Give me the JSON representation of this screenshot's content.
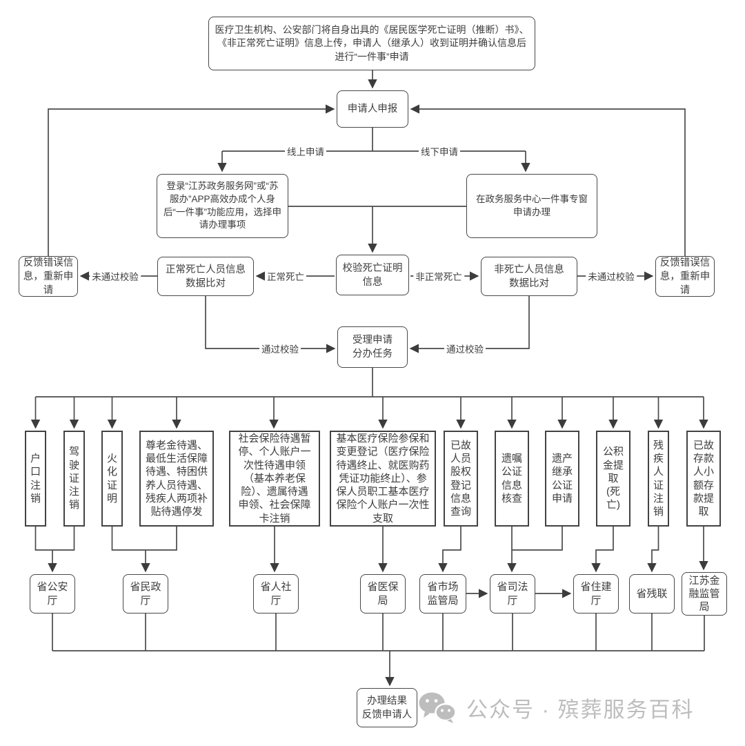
{
  "nodes": {
    "start": {
      "label": "医疗卫生机构、公安部门将自身出具的《居民医学死亡证明（推断）书》、《非正常死亡证明》信息上传，申请人（继承人）收到证明并确认信息后进行“一件事”申请"
    },
    "declare": {
      "label": "申请人申报"
    },
    "online_apply": {
      "label": "登录“江苏政务服务网”或“苏服办”APP高效办成个人身后“一件事”功能应用，选择申请办理事项"
    },
    "offline_apply": {
      "label": "在政务服务中心一件事专窗申请办理"
    },
    "verify": {
      "label": "校验死亡证明信息"
    },
    "normal_match": {
      "label": "正常死亡人员信息数据比对"
    },
    "abnormal_match": {
      "label": "非死亡人员信息数据比对"
    },
    "feedback_left": {
      "label": "反馈错误信息，重新申请"
    },
    "feedback_right": {
      "label": "反馈错误信息，重新申请"
    },
    "accept": {
      "label": "受理申请分办任务"
    },
    "task_hukou": {
      "label": "户口注销"
    },
    "task_license": {
      "label": "驾驶证注销"
    },
    "task_cremation": {
      "label": "火化证明"
    },
    "task_benefits": {
      "label": "尊老金待遇、最低生活保障待遇、特困供养人员待遇、残疾人两项补贴待遇停发"
    },
    "task_social": {
      "label": "社会保险待遇暂停、个人账户一次性待遇申领（基本养老保险）、遗属待遇申领、社会保障卡注销"
    },
    "task_medical": {
      "label": "基本医疗保险参保和变更登记（医疗保险待遇终止、就医购药凭证功能终止）、参保人员职工基本医疗保险个人账户一次性支取"
    },
    "task_equity": {
      "label": "已故人员股权登记信息查询"
    },
    "task_will": {
      "label": "遗嘱公证信息核查"
    },
    "task_inherit": {
      "label": "遗产继承公证申请"
    },
    "task_fund": {
      "label": "公积金提取(死亡)"
    },
    "task_disable": {
      "label": "残疾人证注销"
    },
    "task_deposit": {
      "label": "已故存款人小额存款提取"
    },
    "dept_police": {
      "label": "省公安厅"
    },
    "dept_civil": {
      "label": "省民政厅"
    },
    "dept_hr": {
      "label": "省人社厅"
    },
    "dept_medicare": {
      "label": "省医保局"
    },
    "dept_market": {
      "label": "省市场监管局"
    },
    "dept_justice": {
      "label": "省司法厅"
    },
    "dept_housing": {
      "label": "省住建厅"
    },
    "dept_disabled": {
      "label": "省残联"
    },
    "dept_finance": {
      "label": "江苏金融监管局"
    },
    "result": {
      "label": "办理结果\n反馈申请人"
    }
  },
  "edge_labels": {
    "online": "线上申请",
    "offline": "线下申请",
    "normal_death": "正常死亡",
    "abnormal_death": "非正常死亡",
    "fail_left": "未通过校验",
    "fail_right": "未通过校验",
    "pass_left": "通过校验",
    "pass_right": "通过校验"
  },
  "watermark": {
    "icon": "wechat-icon",
    "text": "公众号 · 殡葬服务百科",
    "color": "#bdbdbd"
  },
  "colors": {
    "line": "#4a4a4a",
    "border": "#474747",
    "text": "#3d3d3d",
    "background": "#ffffff"
  }
}
